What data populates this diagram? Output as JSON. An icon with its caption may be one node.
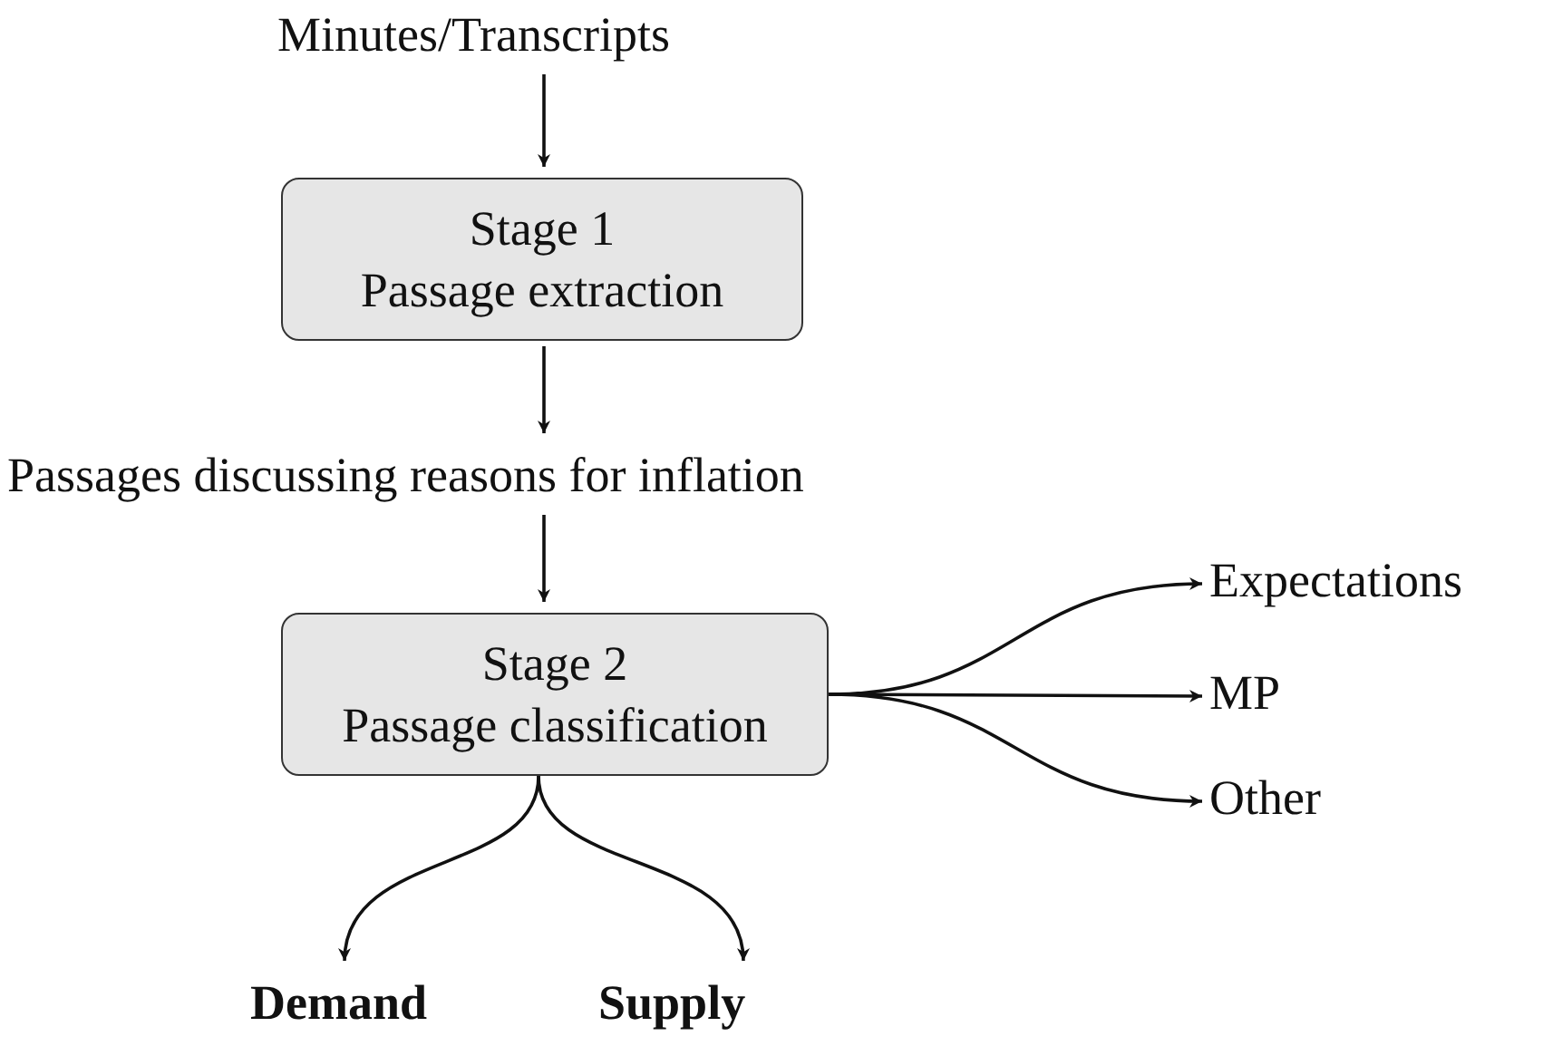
{
  "diagram": {
    "nodes": [
      {
        "text": [
          "Minutes/Transcripts"
        ]
      },
      {
        "text": [
          "Stage 1",
          "Passage extraction"
        ]
      },
      {
        "text": [
          "Passages discussing reasons for inflation"
        ]
      },
      {
        "text": [
          "Stage 2",
          "Passage classification"
        ]
      },
      {
        "text": [
          "Expectations"
        ]
      },
      {
        "text": [
          "MP"
        ]
      },
      {
        "text": [
          "Other"
        ]
      },
      {
        "text": [
          "Demand"
        ]
      },
      {
        "text": [
          "Supply"
        ]
      }
    ],
    "edges": [
      {
        "from": 0,
        "to": 1,
        "arrow": "to"
      },
      {
        "from": 1,
        "to": 2,
        "arrow": "to"
      },
      {
        "from": 2,
        "to": 3,
        "arrow": "to"
      },
      {
        "from": 3,
        "to": 4,
        "arrow": "to"
      },
      {
        "from": 3,
        "to": 5,
        "arrow": "to"
      },
      {
        "from": 3,
        "to": 6,
        "arrow": "to"
      },
      {
        "from": 3,
        "to": 7,
        "arrow": "to"
      },
      {
        "from": 3,
        "to": 8,
        "arrow": "to"
      }
    ]
  }
}
